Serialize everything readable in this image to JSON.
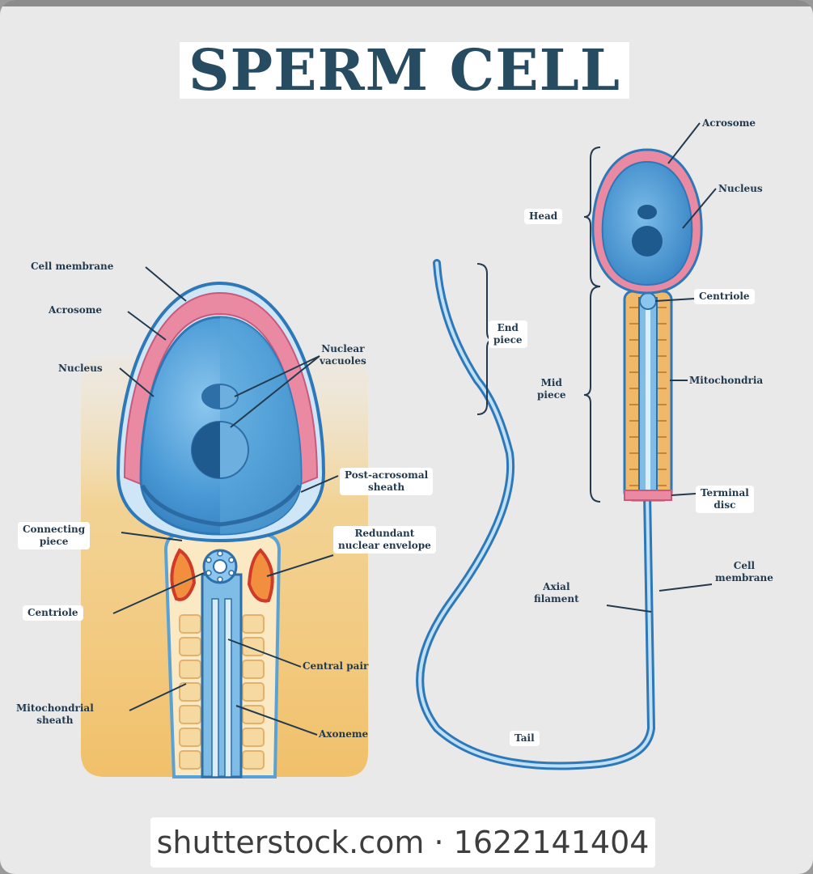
{
  "title": "SPERM CELL",
  "watermark": "shutterstock.com · 1622141404",
  "colors": {
    "title": "#274b61",
    "head_blue": "#3b8fd0",
    "acrosome_pink": "#e98aa2",
    "mitochondria_orange": "#e0a14a",
    "background_glow": "#f4cf86",
    "label_text": "#233a4e"
  },
  "left_labels": {
    "cell_membrane": "Cell membrane",
    "acrosome": "Acrosome",
    "nucleus": "Nucleus",
    "nuclear_vacuoles": "Nuclear\nvacuoles",
    "post_acrosomal_sheath": "Post-acrosomal\nsheath",
    "connecting_piece": "Connecting\npiece",
    "redundant_nuclear_envelope": "Redundant\nnuclear envelope",
    "centriole": "Centriole",
    "central_pair": "Central pair",
    "mitochondrial_sheath": "Mitochondrial\nsheath",
    "axoneme": "Axoneme"
  },
  "right_labels": {
    "acrosome": "Acrosome",
    "nucleus": "Nucleus",
    "head": "Head",
    "centriole": "Centriole",
    "end_piece": "End\npiece",
    "mid_piece": "Mid\npiece",
    "mitochondria": "Mitochondria",
    "terminal_disc": "Terminal\ndisc",
    "cell_membrane": "Cell\nmembrane",
    "axial_filament": "Axial\nfilament",
    "tail": "Tail"
  }
}
